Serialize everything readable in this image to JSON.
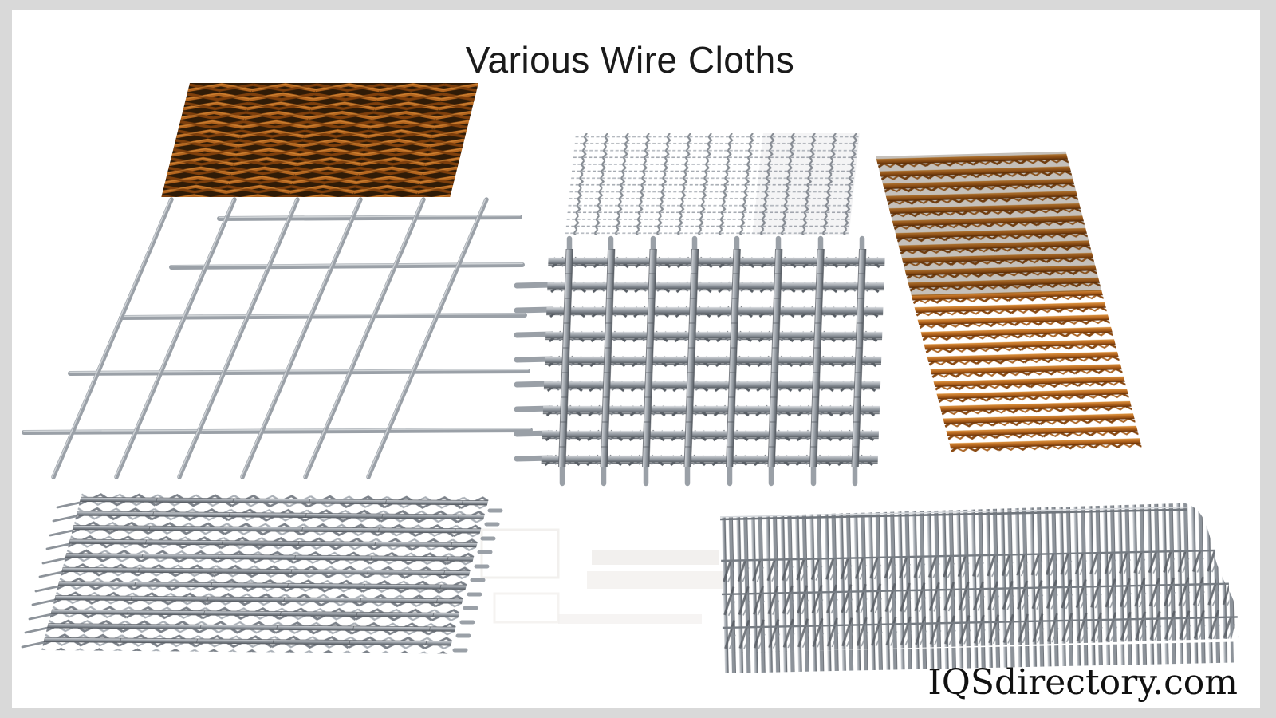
{
  "title": "Various Wire Cloths",
  "watermark": "IQSdirectory.com",
  "colors": {
    "frame": "#d9d9d9",
    "canvas": "#ffffff",
    "text": "#1a1a1a",
    "watermark_color": "#101010",
    "copper": "#b4651e",
    "copper_light": "#dd9440",
    "copper_dark": "#7e3f0c",
    "copper_shadow": "#2f1b07",
    "silver": "#9aa0a7",
    "silver_light": "#d6d9dd",
    "silver_mid": "#aab0b7",
    "silver_dark": "#565c63",
    "silver_deep": "#3f444b",
    "ghost": "#f2f0ee"
  },
  "meshes": [
    {
      "name": "crimped-copper-mesh",
      "material": "copper",
      "position": "top-left"
    },
    {
      "name": "welded-steel-grid",
      "material": "steel",
      "position": "middle-left"
    },
    {
      "name": "fine-woven-steel-mesh",
      "material": "steel",
      "position": "top-center"
    },
    {
      "name": "heavy-crimped-lock-mesh",
      "material": "steel",
      "position": "center"
    },
    {
      "name": "flat-wire-copper-mesh",
      "material": "copper",
      "position": "right"
    },
    {
      "name": "dense-woven-steel-mesh",
      "material": "steel",
      "position": "bottom-left"
    },
    {
      "name": "close-wound-belt-mesh",
      "material": "steel",
      "position": "bottom-right"
    }
  ]
}
